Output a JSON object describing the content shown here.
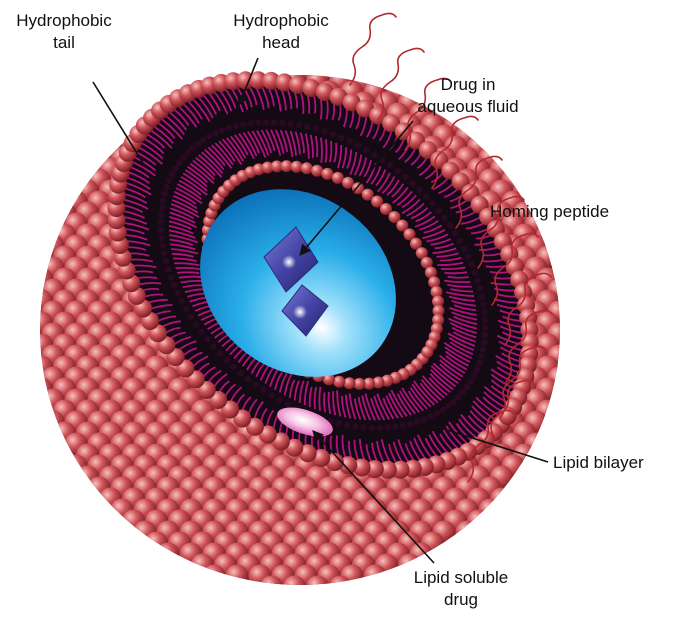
{
  "labels": {
    "hydrophobic_tail": [
      "Hydrophobic",
      "tail"
    ],
    "hydrophobic_head": [
      "Hydrophobic",
      "head"
    ],
    "drug_aqueous": [
      "Drug in",
      "aqueous fluid"
    ],
    "homing_peptide": "Homing peptide",
    "lipid_bilayer": "Lipid bilayer",
    "lipid_soluble_drug": [
      "Lipid soluble",
      "drug"
    ]
  },
  "colors": {
    "bead": "#c9484f",
    "bead_highlight": "#f2a7a6",
    "bead_shadow": "#7d1d26",
    "tail_magenta": "#b0127d",
    "bilayer_dark": "#140a14",
    "aqueous_blue": "#1aa3e3",
    "drug_crystal": "#4a4aa8",
    "peptide": "#b02a30",
    "lipid_drug_pink": "#f2a2d4"
  }
}
